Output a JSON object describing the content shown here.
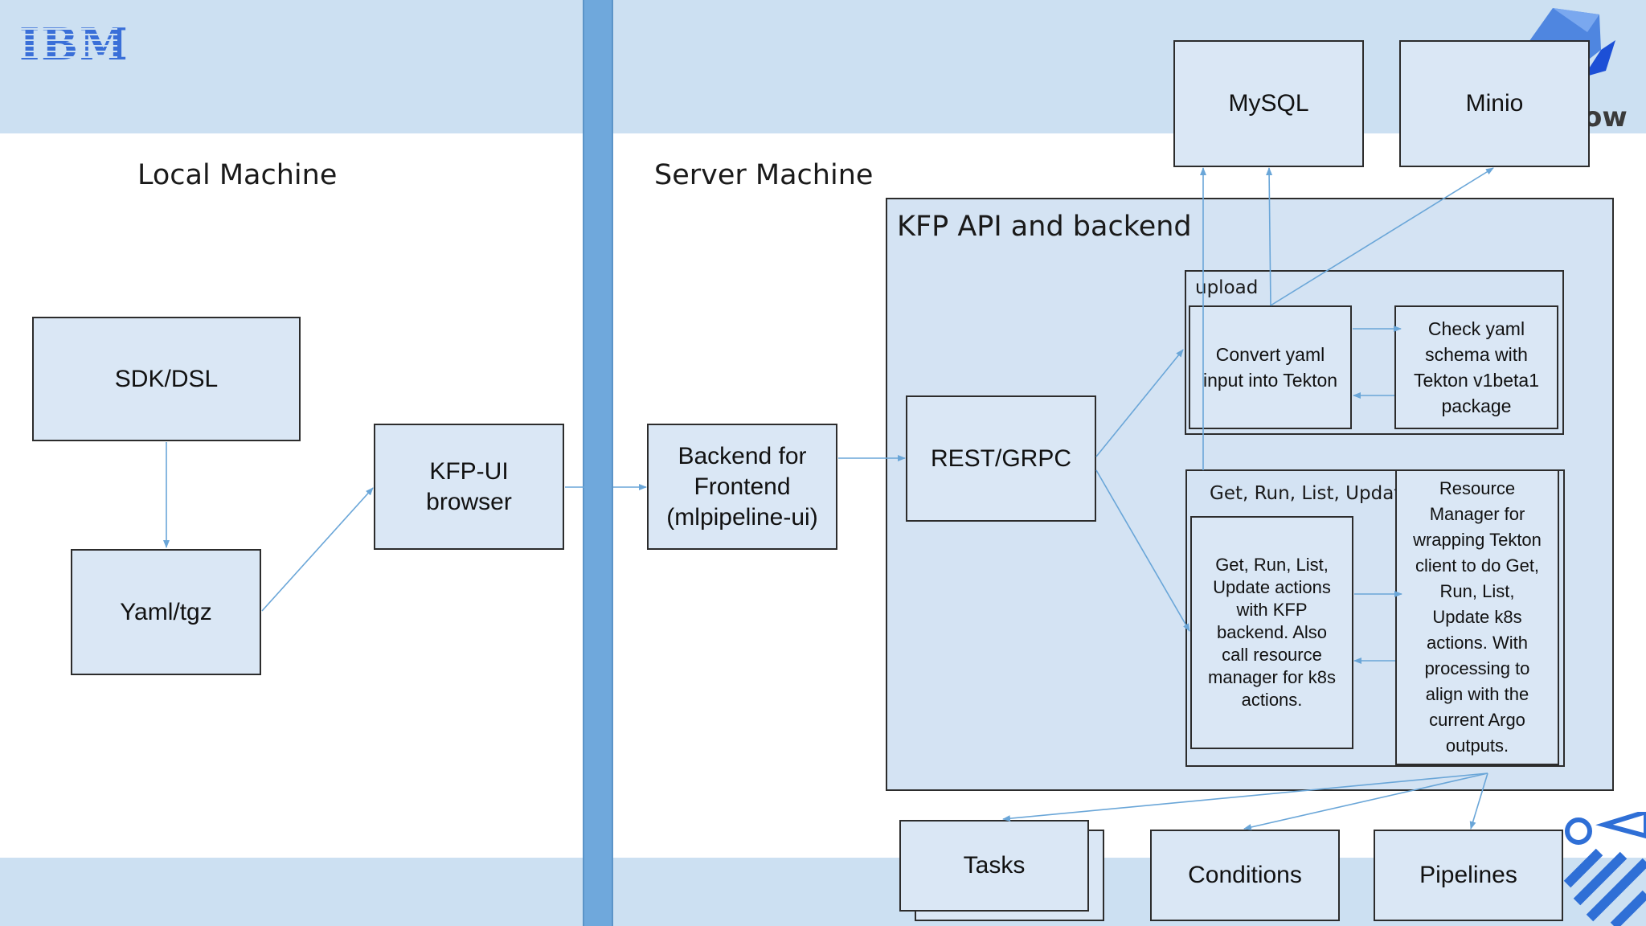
{
  "logo": {
    "text": "IBM"
  },
  "watermark": {
    "fragment": "ow"
  },
  "sections": {
    "local": "Local Machine",
    "server": "Server Machine"
  },
  "local": {
    "sdk": "SDK/DSL",
    "yaml": "Yaml/tgz",
    "kfpui_line1": "KFP-UI",
    "kfpui_line2": "browser"
  },
  "server": {
    "backend_line1": "Backend for",
    "backend_line2": "Frontend",
    "backend_line3": "(mlpipeline-ui)",
    "mysql": "MySQL",
    "minio": "Minio",
    "api_title": "KFP API and backend",
    "rest": "REST/GRPC",
    "upload_label": "upload",
    "convert_lines": [
      "Convert yaml",
      "input into Tekton"
    ],
    "check_lines": [
      "Check yaml",
      "schema with",
      "Tekton v1beta1",
      "package"
    ],
    "getrun_label": "Get, Run, List, Update",
    "actions_lines": [
      "Get, Run, List,",
      "Update actions",
      "with KFP",
      "backend. Also",
      "call resource",
      "manager for k8s",
      "actions."
    ],
    "resource_lines": [
      "Resource",
      "Manager for",
      "wrapping Tekton",
      "client to do Get,",
      "Run, List,",
      "Update k8s",
      "actions. With",
      "processing to",
      "align with the",
      "current Argo",
      "outputs."
    ],
    "tasks": "Tasks",
    "conditions": "Conditions",
    "pipelines": "Pipelines"
  },
  "colors": {
    "band": "#cce0f2",
    "divider": "#6fa8dc",
    "box_fill": "#dae7f5",
    "arrow": "#6aa6d8"
  }
}
